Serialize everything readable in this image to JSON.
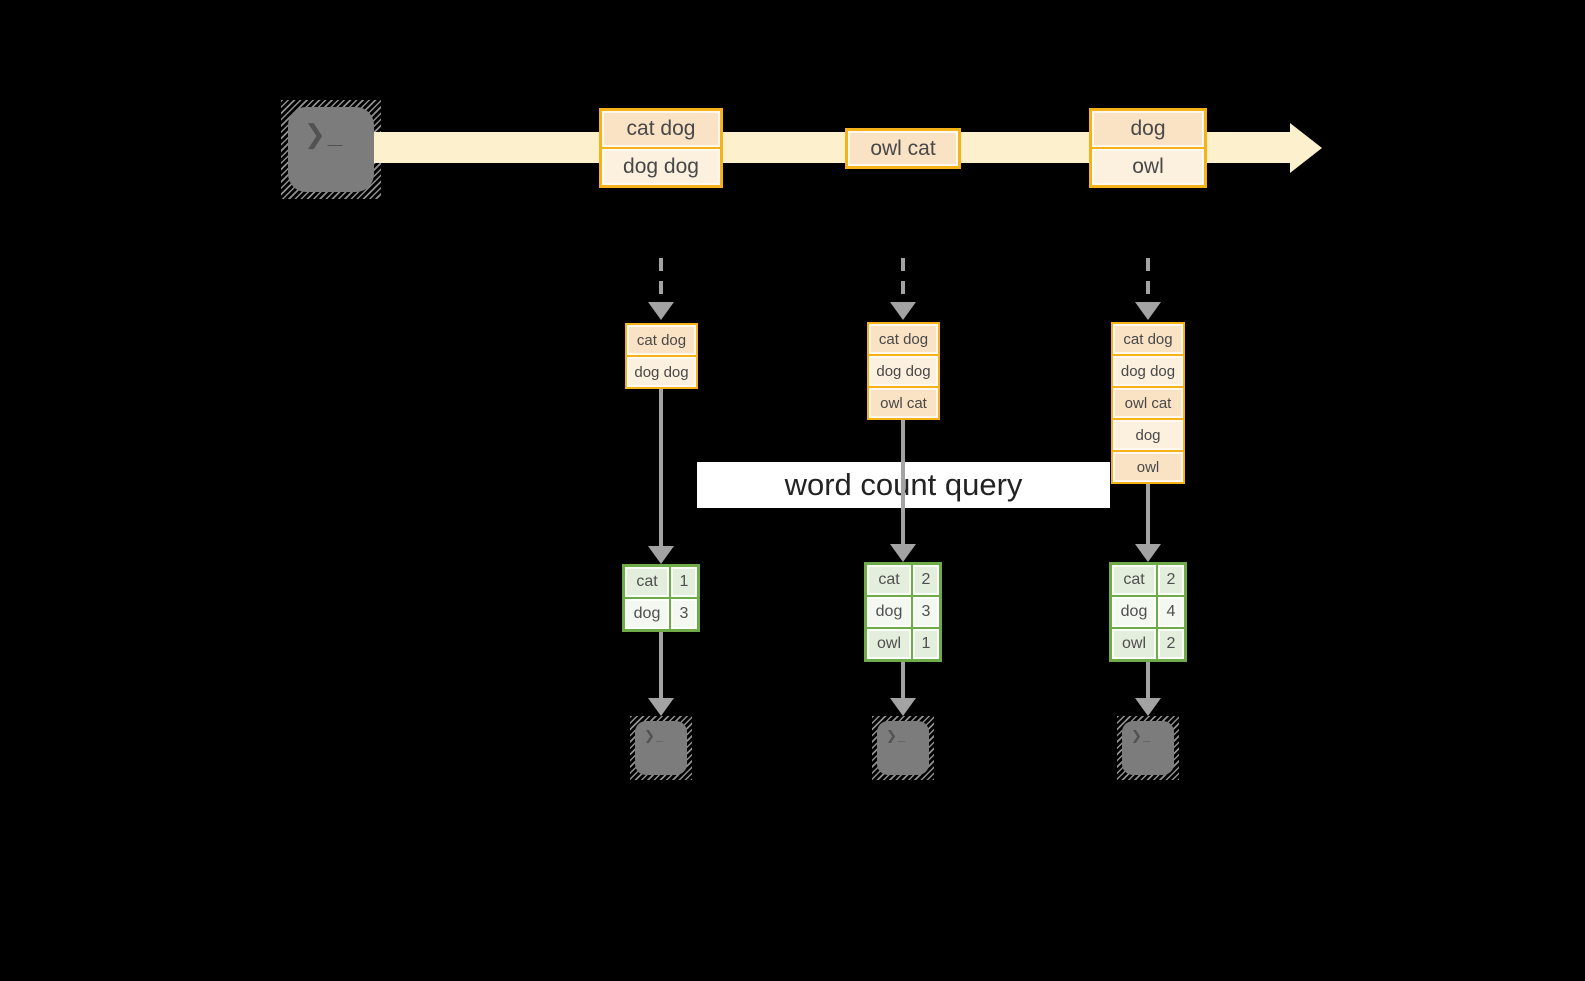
{
  "title": {
    "label": "word count query"
  },
  "colors": {
    "background": "#000000",
    "stream_band": "#FCF1CC",
    "record_box_border": "#F6B319",
    "record_fill_dark": "#FAE2C5",
    "record_fill_light": "#FCF0DF",
    "count_table_border": "#6FAC49",
    "count_fill_dark": "#E4EEDC",
    "count_fill_light": "#F3F8F0",
    "terminal_gray": "#7C7C7C",
    "arrow_gray": "#A3A3A3",
    "label_background": "#FFFFFF"
  },
  "icons": {
    "terminal_glyph": "❯_"
  },
  "stream": {
    "batches": [
      {
        "rows": [
          "cat dog",
          "dog dog"
        ]
      },
      {
        "rows": [
          "owl cat"
        ]
      },
      {
        "rows": [
          "dog",
          "owl"
        ]
      }
    ]
  },
  "pipelines": [
    {
      "buffer": [
        "cat dog",
        "dog dog"
      ],
      "result": [
        [
          "cat",
          "1"
        ],
        [
          "dog",
          "3"
        ]
      ]
    },
    {
      "buffer": [
        "cat dog",
        "dog dog",
        "owl cat"
      ],
      "result": [
        [
          "cat",
          "2"
        ],
        [
          "dog",
          "3"
        ],
        [
          "owl",
          "1"
        ]
      ]
    },
    {
      "buffer": [
        "cat dog",
        "dog dog",
        "owl cat",
        "dog",
        "owl"
      ],
      "result": [
        [
          "cat",
          "2"
        ],
        [
          "dog",
          "4"
        ],
        [
          "owl",
          "2"
        ]
      ]
    }
  ]
}
